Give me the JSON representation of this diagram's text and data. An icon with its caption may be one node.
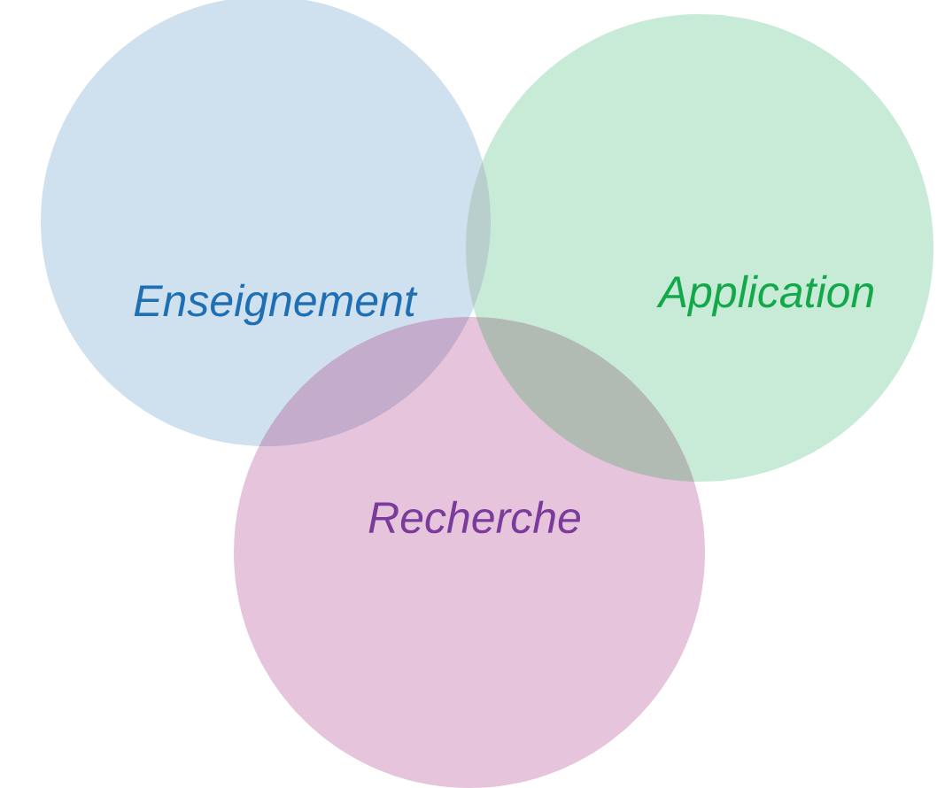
{
  "diagram": {
    "nodes": [
      {
        "text": [
          "Enseignement"
        ]
      },
      {
        "text": [
          "Application"
        ]
      },
      {
        "text": [
          "Recherche"
        ]
      }
    ]
  }
}
